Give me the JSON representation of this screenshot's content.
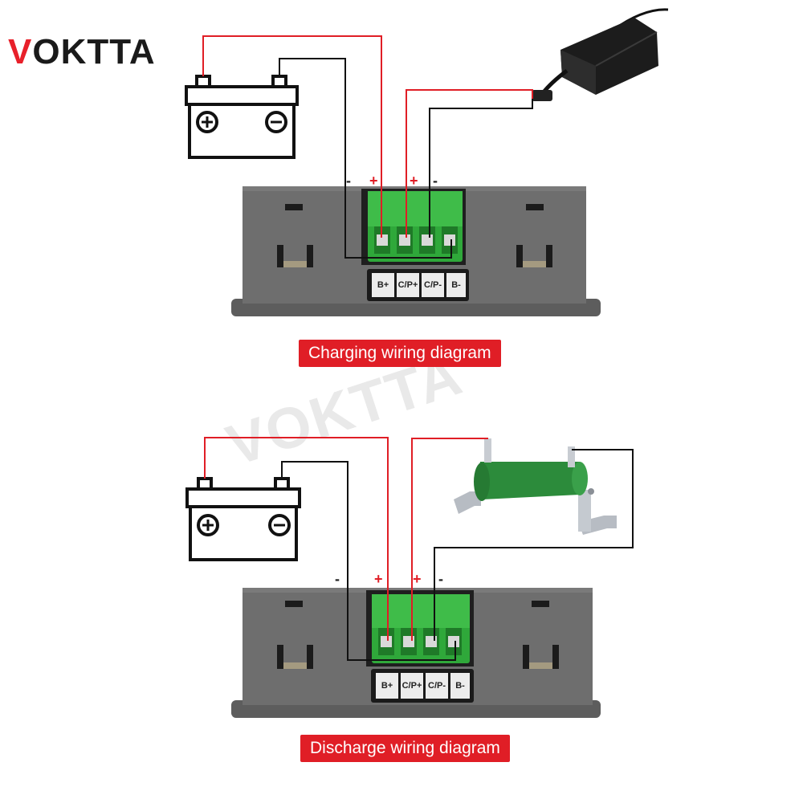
{
  "brand": {
    "logo_mark": "V",
    "logo_rest": "OKTTA",
    "watermark": "VOKTTA",
    "accent_color": "#e01e26"
  },
  "charging": {
    "caption": "Charging wiring diagram",
    "terminals": [
      "B+",
      "C/P+",
      "C/P-",
      "B-"
    ],
    "signs": [
      "-",
      "+",
      "+",
      "-"
    ]
  },
  "discharge": {
    "caption": "Discharge wiring diagram",
    "terminals": [
      "B+",
      "C/P+",
      "C/P-",
      "B-"
    ],
    "signs": [
      "-",
      "+",
      "+",
      "-"
    ]
  },
  "icons": [
    "battery-icon",
    "power-adapter-icon",
    "resistor-icon",
    "terminal-block-icon"
  ]
}
